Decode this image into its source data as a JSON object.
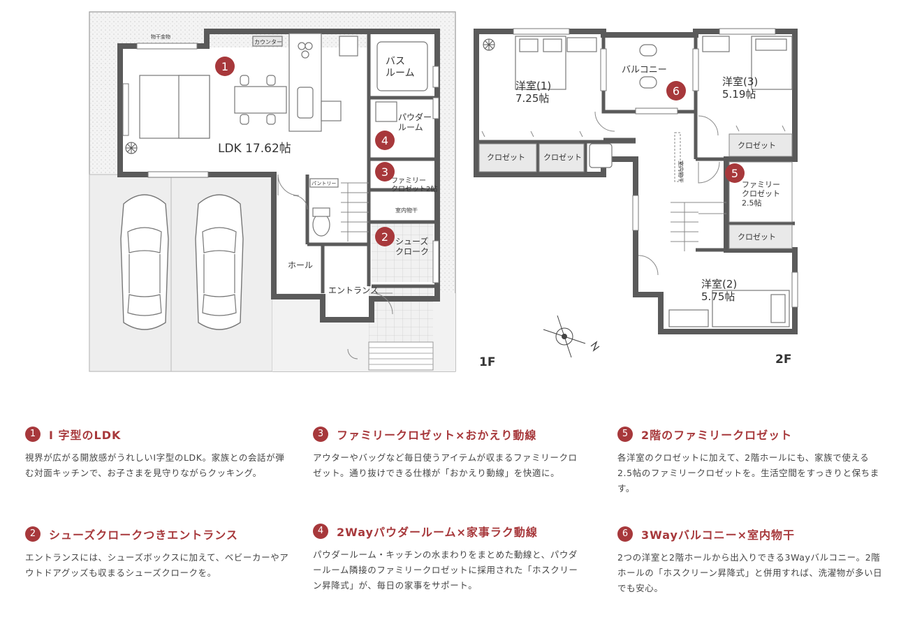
{
  "floor_labels": {
    "first": "1F",
    "second": "2F"
  },
  "rooms_1f": {
    "ldk": "LDK 17.62帖",
    "counter": "カウンター",
    "drying_hardware": "物干金物",
    "bath": "バス\nルーム",
    "powder": "パウダー\nルーム",
    "family_closet": "ファミリー\nクロゼット2帖",
    "indoor_drying": "室内物干",
    "pantry": "パントリー",
    "shoes_cloak": "シューズ\nクローク",
    "hall": "ホール",
    "entrance": "エントランス"
  },
  "rooms_2f": {
    "room1": "洋室(1)\n7.25帖",
    "room3": "洋室(3)\n5.19帖",
    "room2": "洋室(2)\n5.75帖",
    "balcony": "バルコニー",
    "closet": "クロゼット",
    "indoor_drying": "室内物干",
    "family_closet": "ファミリー\nクロゼット\n2.5帖"
  },
  "features": [
    {
      "num": "1",
      "title": "I 字型のLDK",
      "text": "視界が広がる開放感がうれしいI字型のLDK。家族との会話が弾む対面キッチンで、お子さまを見守りながらクッキング。"
    },
    {
      "num": "2",
      "title": "シューズクロークつきエントランス",
      "text": "エントランスには、シューズボックスに加えて、ベビーカーやアウトドアグッズも収まるシューズクロークを。"
    },
    {
      "num": "3",
      "title": "ファミリークロゼット×おかえり動線",
      "text": "アウターやバッグなど毎日使うアイテムが収まるファミリークロゼット。通り抜けできる仕様が「おかえり動線」を快適に。"
    },
    {
      "num": "4",
      "title": "2Wayパウダールーム×家事ラク動線",
      "text": "パウダールーム・キッチンの水まわりをまとめた動線と、パウダールーム隣接のファミリークロゼットに採用された「ホスクリーン昇降式」が、毎日の家事をサポート。"
    },
    {
      "num": "5",
      "title": "2階のファミリークロゼット",
      "text": "各洋室のクロゼットに加えて、2階ホールにも、家族で使える2.5帖のファミリークロゼットを。生活空間をすっきりと保ちます。"
    },
    {
      "num": "6",
      "title": "3Wayバルコニー×室内物干",
      "text": "2つの洋室と2階ホールから出入りできる3Wayバルコニー。2階ホールの「ホスクリーン昇降式」と併用すれば、洗濯物が多い日でも安心。"
    }
  ],
  "colors": {
    "accent": "#a7383b",
    "wall": "#5a5a5a",
    "tile": "#e9e9e9"
  }
}
